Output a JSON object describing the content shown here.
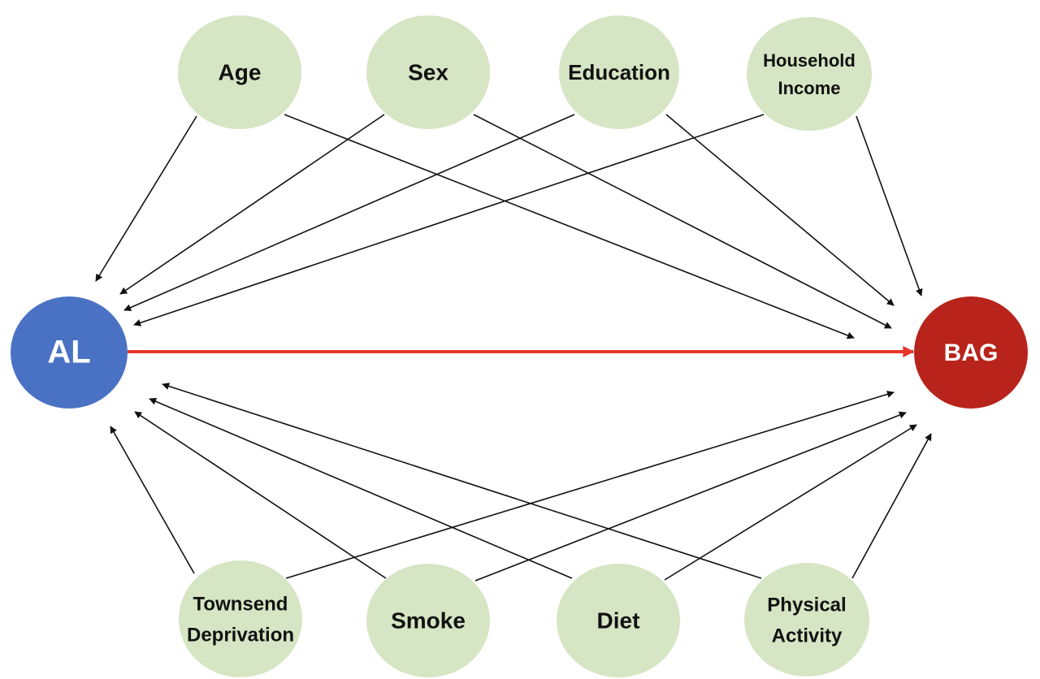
{
  "colors": {
    "confounder_fill": "#d6e5c3",
    "exposure_fill": "#4a72c4",
    "outcome_fill": "#b8231b",
    "main_arrow": "#e8352a",
    "arrow": "#111111",
    "text_dark": "#111111",
    "text_light": "#ffffff"
  },
  "nodes": {
    "exposure": {
      "id": "al",
      "lines": [
        "AL"
      ]
    },
    "outcome": {
      "id": "bag",
      "lines": [
        "BAG"
      ]
    },
    "confounders_top": [
      {
        "id": "age",
        "lines": [
          "Age"
        ]
      },
      {
        "id": "sex",
        "lines": [
          "Sex"
        ]
      },
      {
        "id": "education",
        "lines": [
          "Education"
        ]
      },
      {
        "id": "household-income",
        "lines": [
          "Household",
          "Income"
        ]
      }
    ],
    "confounders_bottom": [
      {
        "id": "townsend-deprivation",
        "lines": [
          "Townsend",
          "Deprivation"
        ]
      },
      {
        "id": "smoke",
        "lines": [
          "Smoke"
        ]
      },
      {
        "id": "diet",
        "lines": [
          "Diet"
        ]
      },
      {
        "id": "physical-activity",
        "lines": [
          "Physical",
          "Activity"
        ]
      }
    ]
  },
  "edges": [
    {
      "from": "al",
      "to": "bag",
      "main": true
    },
    {
      "from": "age",
      "to": "al"
    },
    {
      "from": "age",
      "to": "bag"
    },
    {
      "from": "sex",
      "to": "al"
    },
    {
      "from": "sex",
      "to": "bag"
    },
    {
      "from": "education",
      "to": "al"
    },
    {
      "from": "education",
      "to": "bag"
    },
    {
      "from": "household-income",
      "to": "al"
    },
    {
      "from": "household-income",
      "to": "bag"
    },
    {
      "from": "townsend-deprivation",
      "to": "al"
    },
    {
      "from": "townsend-deprivation",
      "to": "bag"
    },
    {
      "from": "smoke",
      "to": "al"
    },
    {
      "from": "smoke",
      "to": "bag"
    },
    {
      "from": "diet",
      "to": "al"
    },
    {
      "from": "diet",
      "to": "bag"
    },
    {
      "from": "physical-activity",
      "to": "al"
    },
    {
      "from": "physical-activity",
      "to": "bag"
    }
  ]
}
